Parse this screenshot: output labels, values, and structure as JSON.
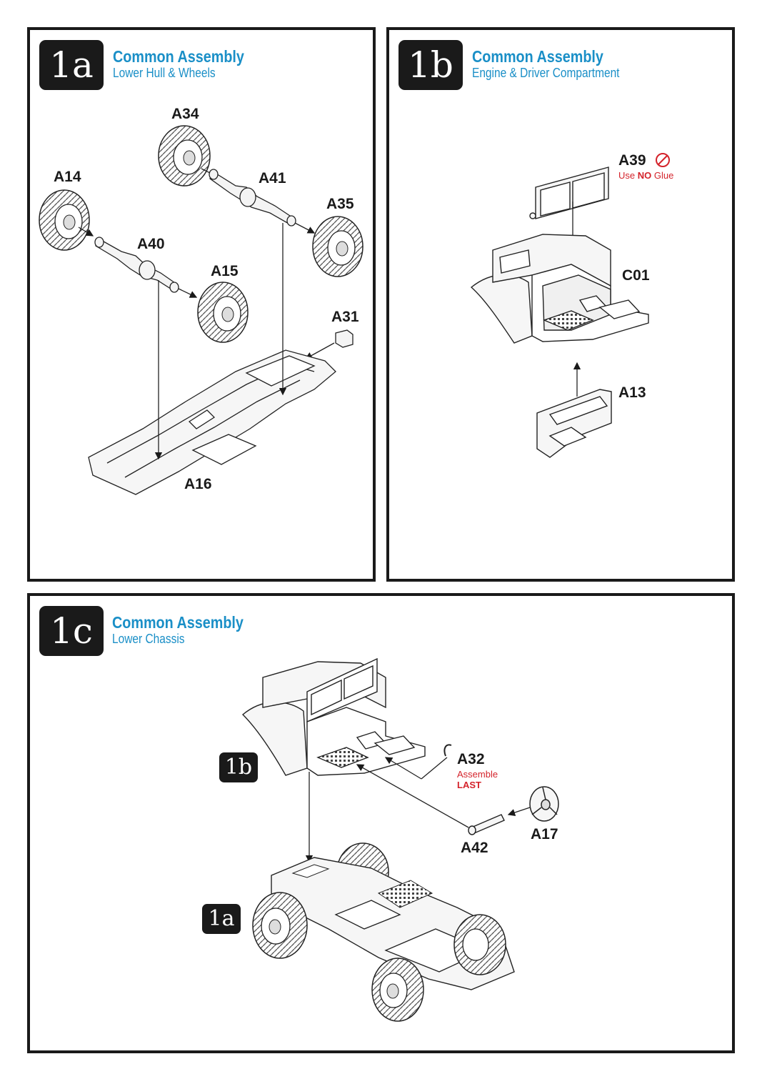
{
  "steps": [
    {
      "badge": "1a",
      "title": "Common Assembly",
      "subtitle": "Lower Hull & Wheels",
      "parts": [
        "A34",
        "A14",
        "A41",
        "A35",
        "A40",
        "A15",
        "A31",
        "A16"
      ]
    },
    {
      "badge": "1b",
      "title": "Common Assembly",
      "subtitle": "Engine & Driver Compartment",
      "parts": [
        "A39",
        "C01",
        "A13"
      ],
      "note_prefix": "Use ",
      "note_bold": "NO",
      "note_suffix": " Glue",
      "note_icon": "no-glue-icon"
    },
    {
      "badge": "1c",
      "title": "Common Assembly",
      "subtitle": "Lower Chassis",
      "parts": [
        "A32",
        "A42",
        "A17"
      ],
      "note_line1": "Assemble",
      "note_line2": "LAST",
      "ref_badges": [
        "1b",
        "1a"
      ]
    }
  ],
  "colors": {
    "accent": "#1a8fc7",
    "warning": "#d4232b",
    "ink": "#1a1a1a"
  }
}
